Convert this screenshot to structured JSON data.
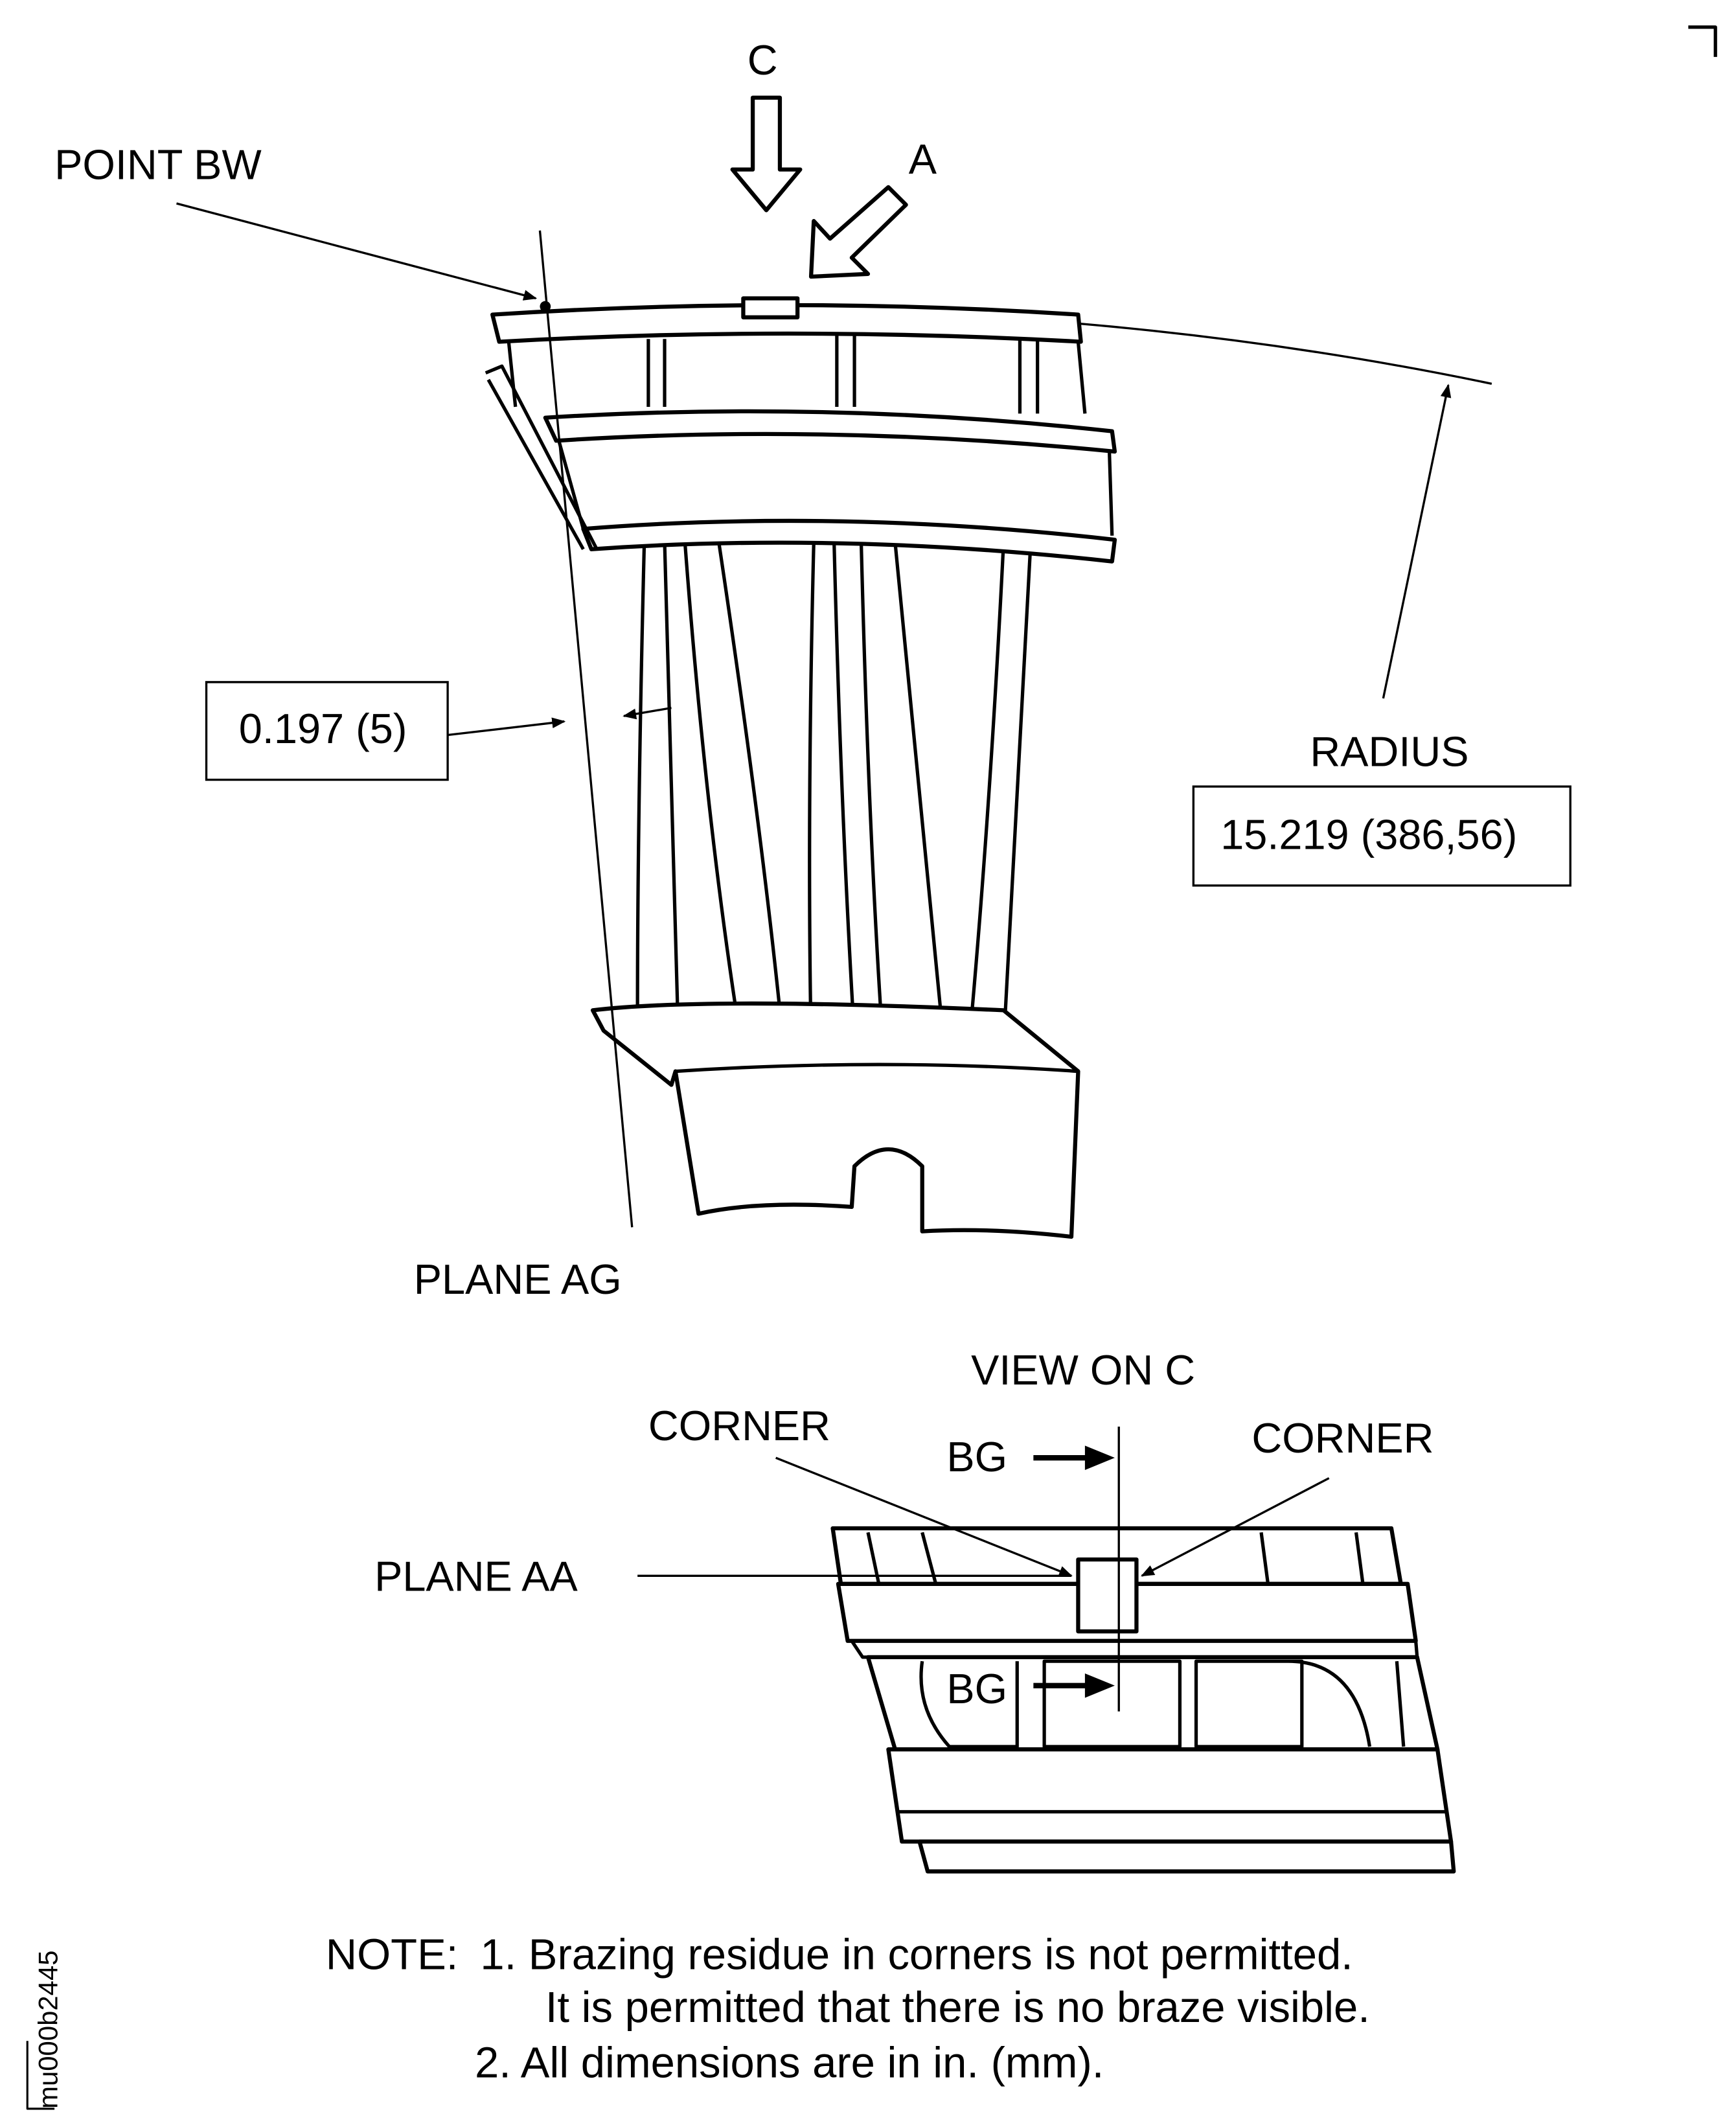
{
  "figure_id": "mu000b2445",
  "top_view": {
    "view_arrow_c": "C",
    "view_arrow_a": "A",
    "point_label": "POINT BW",
    "thickness_dimension": "0.197 (5)",
    "radius_label": "RADIUS",
    "radius_dimension": "15.219 (386,56)",
    "plane_label": "PLANE AG"
  },
  "view_on_c": {
    "title": "VIEW ON C",
    "corner_left": "CORNER",
    "corner_right": "CORNER",
    "section_top": "BG",
    "section_bottom": "BG",
    "plane_label": "PLANE AA"
  },
  "notes": {
    "prefix": "NOTE:",
    "items": [
      "1. Brazing residue in corners is not permitted.",
      "It is permitted that there is no braze visible.",
      "2. All dimensions are in in. (mm)."
    ]
  }
}
